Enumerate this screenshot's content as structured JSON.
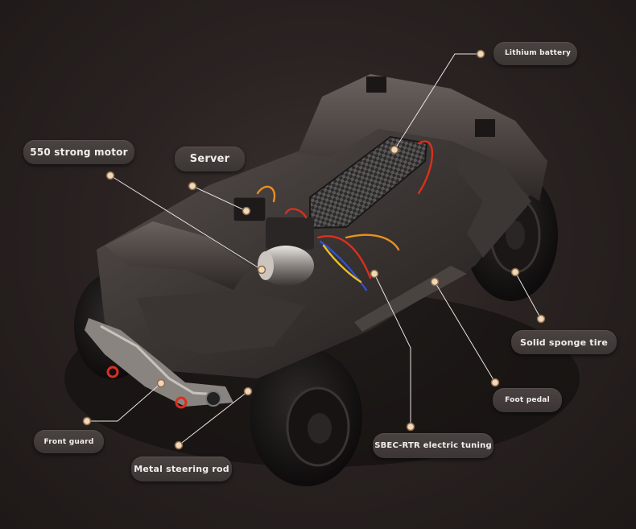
{
  "labels": {
    "lithium_battery": "Lithium battery",
    "strong_motor": "550 strong motor",
    "server": "Server",
    "solid_sponge_tire": "Solid sponge tire",
    "foot_pedal": "Foot pedal",
    "front_guard": "Front guard",
    "sbec_rtr": "SBEC-RTR electric tuning",
    "metal_steering_rod": "Metal steering rod"
  },
  "colors": {
    "background": "#2a2322",
    "label_bg": "#433c3a",
    "label_text": "#f2eeec",
    "leader_line": "#e8e4e2",
    "dot": "#f0d8b8",
    "wire_red": "#d8301e",
    "wire_orange": "#e89020",
    "wire_blue": "#3050d0"
  }
}
